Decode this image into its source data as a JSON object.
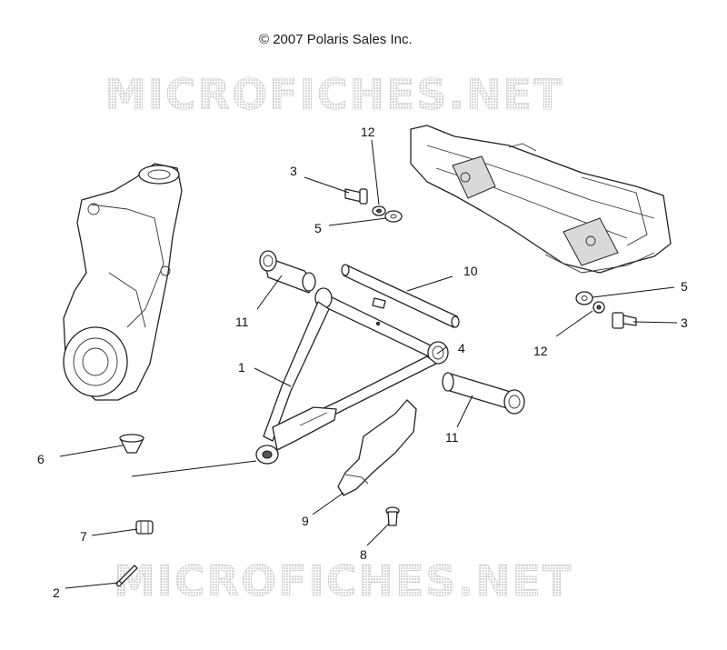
{
  "copyright": "© 2007 Polaris Sales Inc.",
  "watermark": "MICROFICHES.NET",
  "callouts": [
    {
      "id": "c1",
      "label": "1"
    },
    {
      "id": "c2",
      "label": "2"
    },
    {
      "id": "c3a",
      "label": "3"
    },
    {
      "id": "c3b",
      "label": "3"
    },
    {
      "id": "c4",
      "label": "4"
    },
    {
      "id": "c5a",
      "label": "5"
    },
    {
      "id": "c5b",
      "label": "5"
    },
    {
      "id": "c6",
      "label": "6"
    },
    {
      "id": "c7",
      "label": "7"
    },
    {
      "id": "c8",
      "label": "8"
    },
    {
      "id": "c9",
      "label": "9"
    },
    {
      "id": "c10",
      "label": "10"
    },
    {
      "id": "c11a",
      "label": "11"
    },
    {
      "id": "c11b",
      "label": "11"
    },
    {
      "id": "c12a",
      "label": "12"
    },
    {
      "id": "c12b",
      "label": "12"
    }
  ],
  "colors": {
    "line": "#111111",
    "watermark_fill": "#e6e6e6",
    "watermark_stroke": "#cfcfcf"
  }
}
